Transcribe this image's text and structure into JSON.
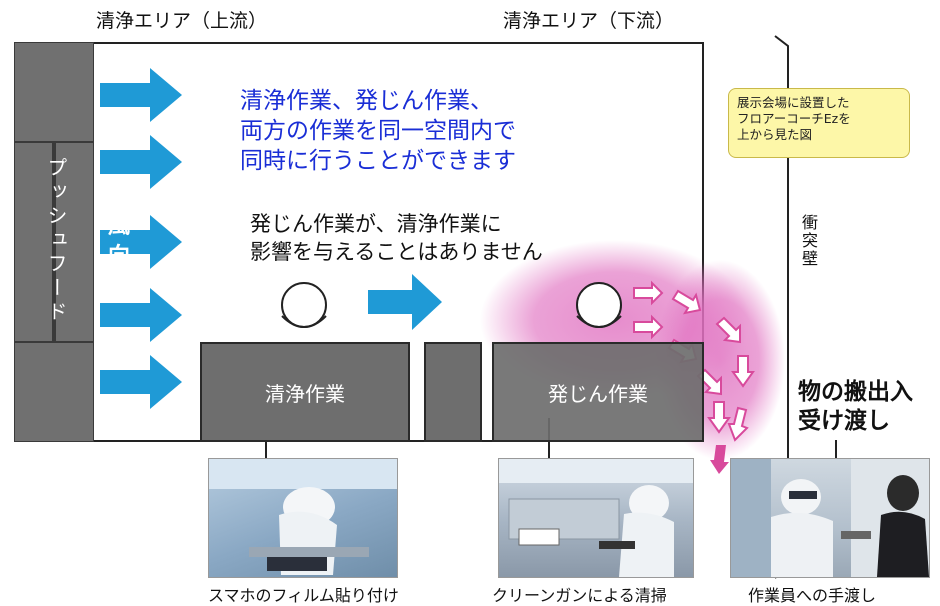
{
  "labels": {
    "upstream": "清浄エリア（上流）",
    "downstream": "清浄エリア（下流）",
    "push_hood": "プッシュフード",
    "wind_direction_1": "風",
    "wind_direction_2": "向",
    "headline_line1": "清浄作業、発じん作業、",
    "headline_line2": "両方の作業を同一空間内で",
    "headline_line3": "同時に行うことができます",
    "sub_line1": "発じん作業が、清浄作業に",
    "sub_line2": "影響を与えることはありません",
    "clean_work": "清浄作業",
    "dust_work": "発じん作業",
    "note_line1": "展示会場に設置した",
    "note_line2": "フロアーコーチEzを",
    "note_line3": "上から見た図",
    "collision_wall": "衝突壁",
    "transfer_line1": "物の搬出入",
    "transfer_line2": "受け渡し"
  },
  "captions": {
    "photo1": "スマホのフィルム貼り付け",
    "photo2": "クリーンガンによる清掃",
    "photo3": "作業員への手渡し"
  },
  "colors": {
    "arrow_blue": "#1f9ad6",
    "headline_blue": "#1a2ed6",
    "pink_cloud": "#e070c0",
    "bench_gray": "#6e6e6e",
    "note_yellow": "#fdf7a8"
  }
}
